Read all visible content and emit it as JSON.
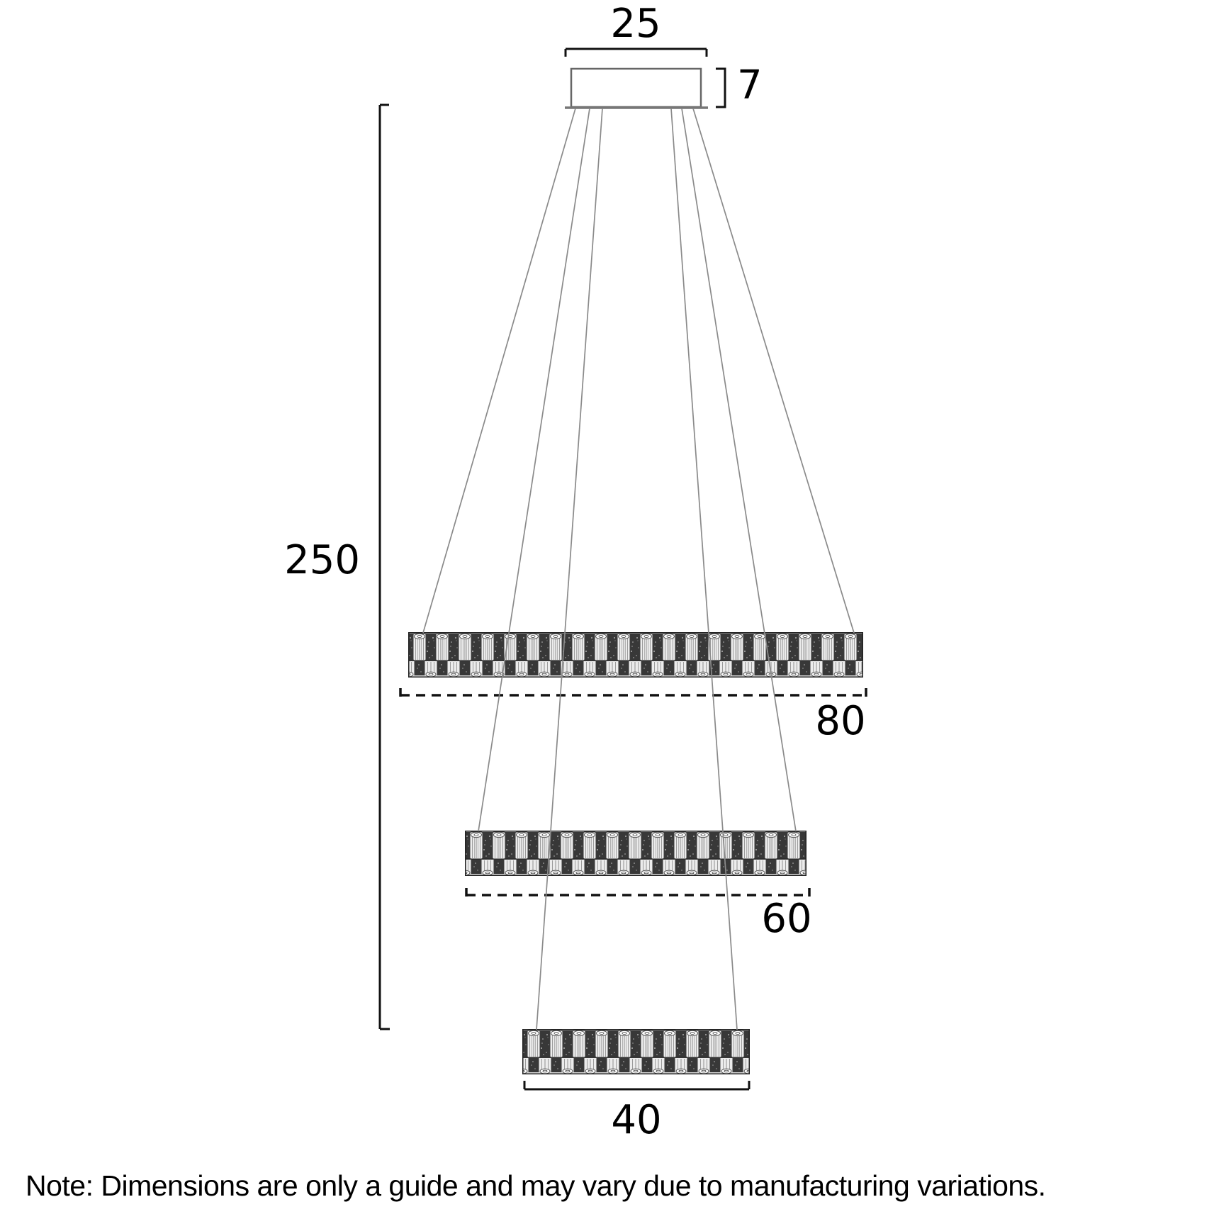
{
  "diagram": {
    "labels": {
      "canopy_width": "25",
      "canopy_height": "7",
      "overall_height": "250",
      "tier1_width": "80",
      "tier2_width": "60",
      "tier3_width": "40"
    },
    "note": "Note: Dimensions are only a guide and may vary due to manufacturing variations.",
    "colors": {
      "ink": "#111111",
      "cable": "#8a8a8a",
      "canopy_outline": "#666666",
      "crystal_dark": "#383838"
    }
  }
}
